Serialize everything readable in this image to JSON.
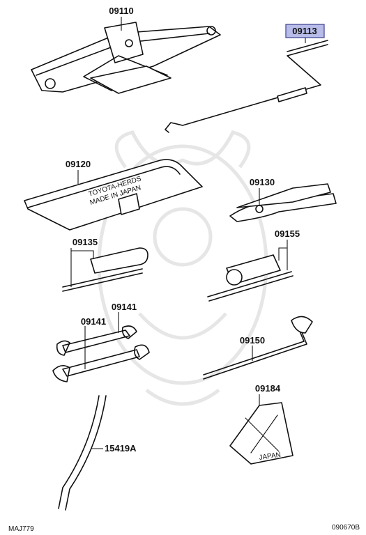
{
  "diagram": {
    "parts": [
      {
        "id": "09110"
      },
      {
        "id": "09113",
        "highlighted": true
      },
      {
        "id": "09120"
      },
      {
        "id": "09130"
      },
      {
        "id": "09135"
      },
      {
        "id": "09155"
      },
      {
        "id": "09141"
      },
      {
        "id": "09141"
      },
      {
        "id": "09150"
      },
      {
        "id": "09184"
      },
      {
        "id": "15419A"
      }
    ],
    "footer_left": "MAJ779",
    "footer_right": "090670B",
    "highlight_color": "#b8bce8"
  }
}
